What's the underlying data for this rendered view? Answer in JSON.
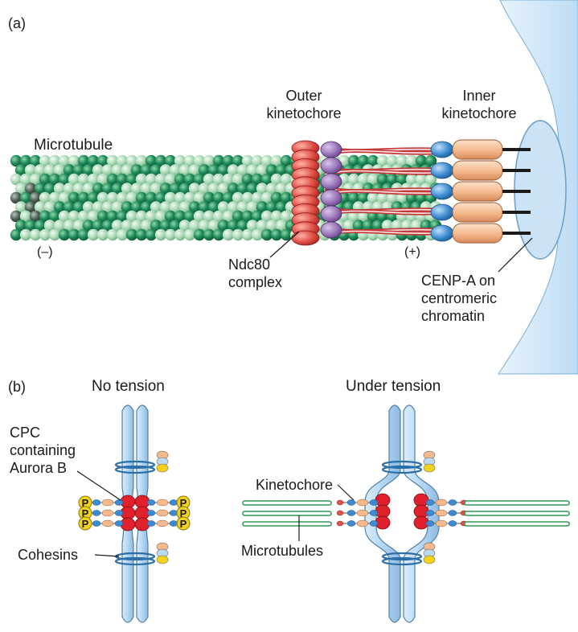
{
  "panel_a": {
    "panel_label": "(a)",
    "labels": {
      "microtubule": "Microtubule",
      "outer_kinetochore_line1": "Outer",
      "outer_kinetochore_line2": "kinetochore",
      "inner_kinetochore_line1": "Inner",
      "inner_kinetochore_line2": "kinetochore",
      "minus_end": "(–)",
      "plus_end": "(+)",
      "ndc80_line1": "Ndc80",
      "ndc80_line2": "complex",
      "cenpa_line1": "CENP-A on",
      "cenpa_line2": "centromeric",
      "cenpa_line3": "chromatin"
    }
  },
  "panel_b": {
    "panel_label": "(b)",
    "labels": {
      "no_tension": "No tension",
      "under_tension": "Under tension",
      "cpc_line1": "CPC",
      "cpc_line2": "containing",
      "cpc_line3": "Aurora B",
      "cohesins": "Cohesins",
      "kinetochore": "Kinetochore",
      "microtubules": "Microtubules"
    },
    "phospho_symbol": "P"
  },
  "colors": {
    "microtubule_dark": "#1f8a5a",
    "microtubule_light": "#a8d8b4",
    "chromatin": "#cfe6f6",
    "chromosome": "#b9daf3",
    "ndc80_head": "#e2524a",
    "purple_protein": "#9a74b8",
    "inner_kinetochore": "#f4b98c",
    "blue_protein": "#3d8ad0",
    "aurora_b": "#e0202a",
    "phospho": "#f2d21a",
    "spindle_microtubule": "#2f9a55"
  }
}
